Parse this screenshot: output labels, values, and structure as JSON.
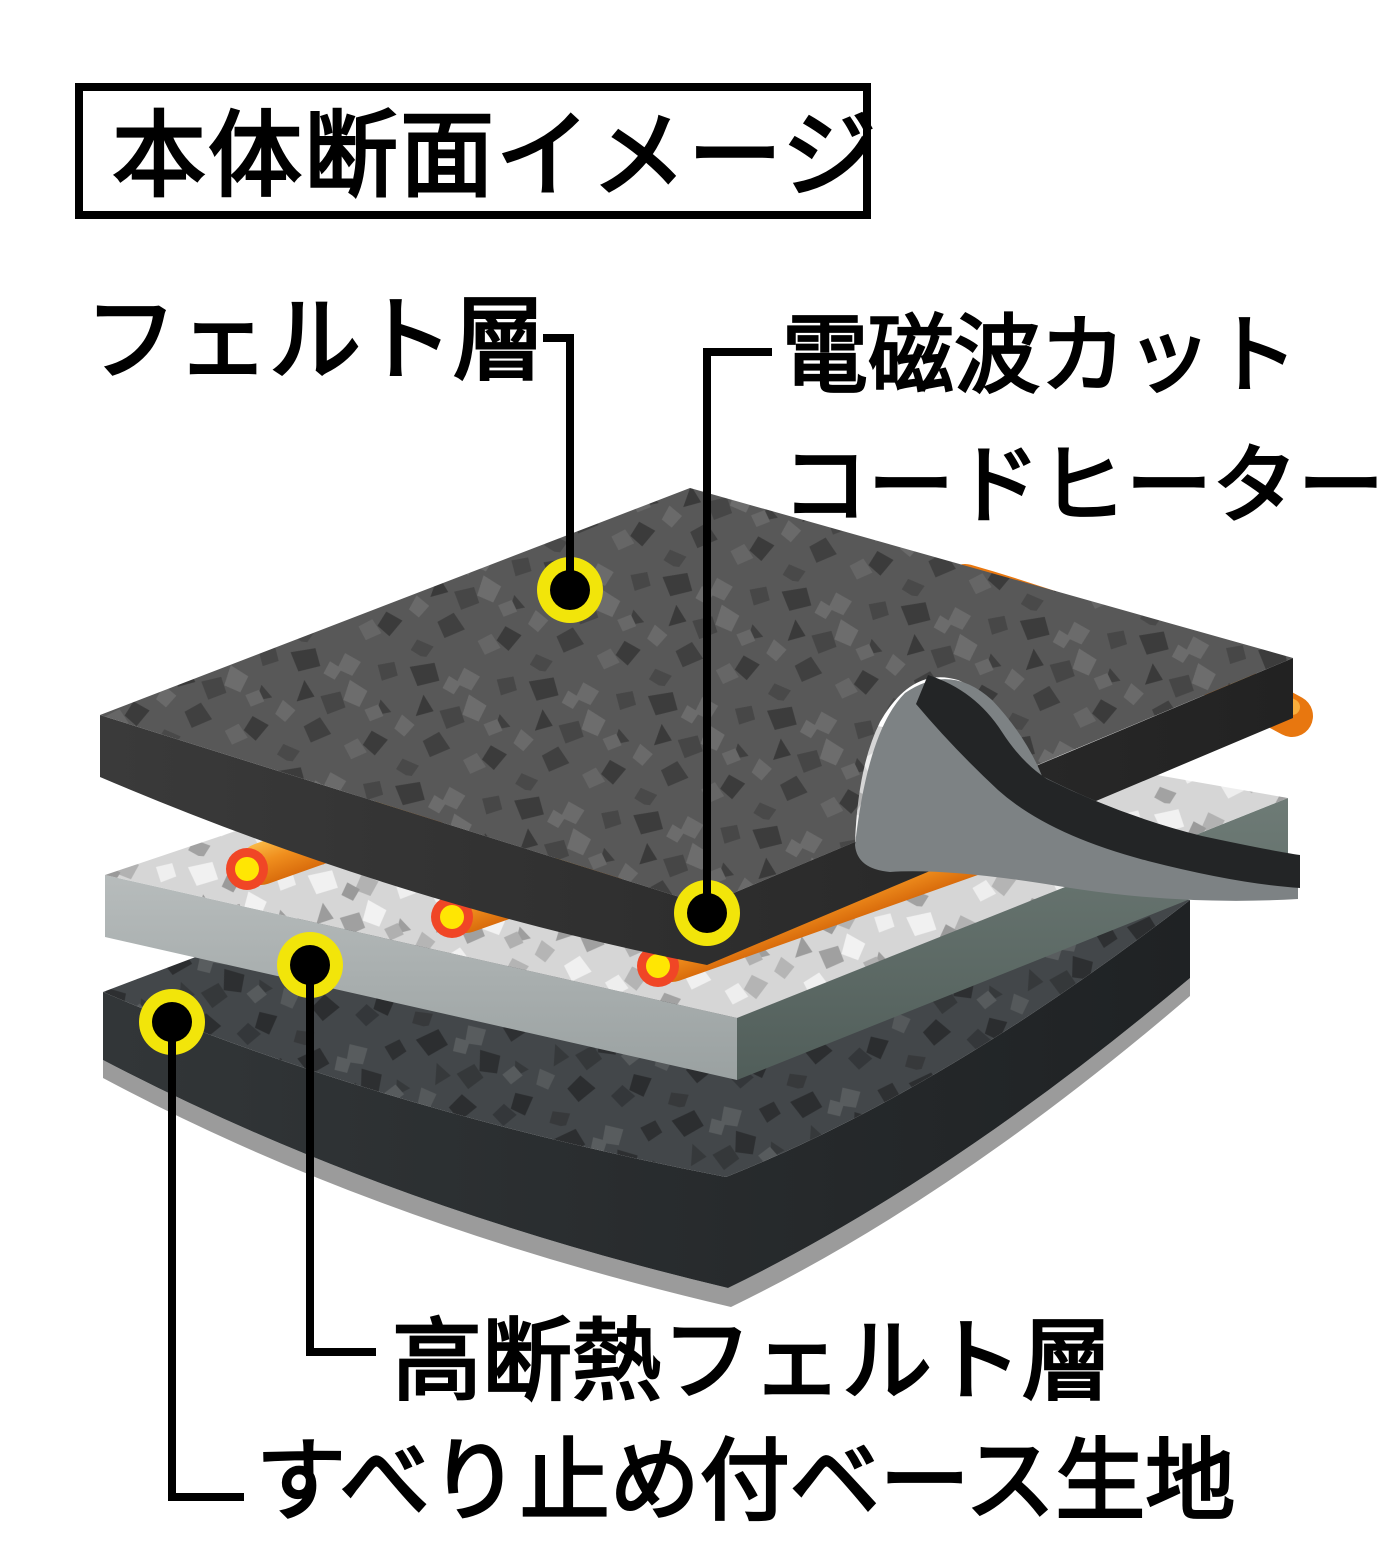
{
  "title": "本体断面イメージ",
  "labels": {
    "top_layer": "フェルト層",
    "heater_line1": "電磁波カット",
    "heater_line2": "コードヒーター",
    "middle_layer": "高断熱フェルト層",
    "base_layer": "すべり止め付ベース生地"
  },
  "markers": [
    "felt-layer-marker",
    "cord-heater-marker",
    "insulation-felt-marker",
    "base-fabric-marker"
  ],
  "colors": {
    "background": "#ffffff",
    "line": "#000000",
    "marker_ring": "#f2e50a",
    "marker_core": "#000000",
    "cord_orange": "#ef8a1a",
    "cord_highlight": "#f9b845",
    "cord_end_ring": "#f04626",
    "cord_end_core": "#ffe603",
    "top_felt_gray": "#585858",
    "middle_felt_gray": "#d5d5d5",
    "bottom_felt_gray": "#42464a",
    "base_fabric_edge": "#9b9b9b"
  }
}
